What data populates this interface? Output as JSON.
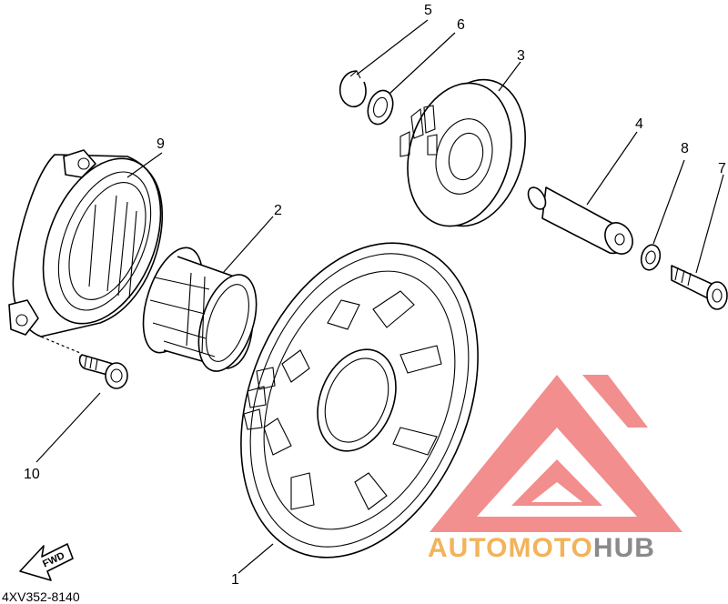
{
  "diagram": {
    "callouts": [
      {
        "id": "1",
        "label": "1"
      },
      {
        "id": "2",
        "label": "2"
      },
      {
        "id": "3",
        "label": "3"
      },
      {
        "id": "4",
        "label": "4"
      },
      {
        "id": "5",
        "label": "5"
      },
      {
        "id": "6",
        "label": "6"
      },
      {
        "id": "7",
        "label": "7"
      },
      {
        "id": "8",
        "label": "8"
      },
      {
        "id": "9",
        "label": "9"
      },
      {
        "id": "10",
        "label": "10"
      }
    ],
    "direction_label": "FWD",
    "diagram_code": "4XV352-8140"
  },
  "watermark": {
    "brand_part1": "AUTOMOTO",
    "brand_part2": "HUB",
    "colors": {
      "logo": "#f07b7b",
      "part1": "#f2b35a",
      "part2": "#8a8a8a"
    }
  }
}
